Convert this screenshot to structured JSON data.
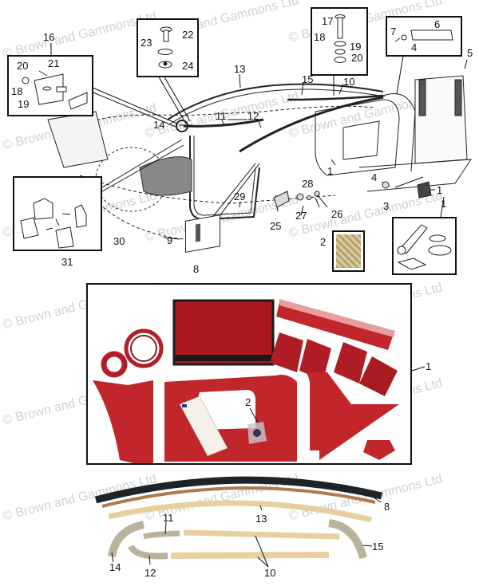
{
  "diagram": {
    "title": "Interior trim kit and hood frame woodwork",
    "watermark_text": "© Brown and Gammons Ltd",
    "colors": {
      "trim_red": "#c0262a",
      "trim_red_dark": "#8e1a1e",
      "wood": "#e8cfa0",
      "wood_grey": "#b9b39c",
      "seal_black": "#1d2326",
      "line": "#111111"
    },
    "sections": {
      "line_drawing": {
        "callout_labels": [
          "16",
          "20",
          "21",
          "18",
          "19",
          "22",
          "23",
          "24",
          "13",
          "14",
          "11",
          "12",
          "15",
          "10",
          "17",
          "18",
          "19",
          "20",
          "7",
          "6",
          "4",
          "5",
          "1",
          "4",
          "3",
          "1",
          "28",
          "27",
          "26",
          "25",
          "29",
          "2",
          "1",
          "9",
          "8",
          "30",
          "31"
        ],
        "boxes": [
          {
            "id": "hinge-plate-box",
            "parts": [
              "16",
              "18",
              "19",
              "20",
              "21"
            ]
          },
          {
            "id": "screw-washer-nut-box",
            "parts": [
              "22",
              "23",
              "24"
            ]
          },
          {
            "id": "bolt-washer-box",
            "parts": [
              "17",
              "18",
              "19",
              "20"
            ]
          },
          {
            "id": "trim-strip-box",
            "parts": [
              "4",
              "6",
              "7"
            ]
          },
          {
            "id": "clip-box",
            "parts": [
              "30",
              "31"
            ]
          },
          {
            "id": "fasteners-bag-box",
            "parts": [
              "2"
            ]
          },
          {
            "id": "trim-kit-box",
            "parts": [
              "1"
            ]
          }
        ]
      },
      "trim_kit_photo": {
        "callouts": [
          "1",
          "2"
        ]
      },
      "woodwork_photo": {
        "callouts": [
          "8",
          "13",
          "11",
          "14",
          "12",
          "10",
          "15"
        ]
      }
    },
    "labels": {
      "l16": "16",
      "l20a": "20",
      "l21": "21",
      "l18a": "18",
      "l19a": "19",
      "l22": "22",
      "l23": "23",
      "l24": "24",
      "l13": "13",
      "l14": "14",
      "l11": "11",
      "l12": "12",
      "l15": "15",
      "l10": "10",
      "l17": "17",
      "l18b": "18",
      "l19b": "19",
      "l20b": "20",
      "l7": "7",
      "l6": "6",
      "l4a": "4",
      "l5": "5",
      "l1a": "1",
      "l4b": "4",
      "l3": "3",
      "l1b": "1",
      "l1c": "1",
      "l28": "28",
      "l27": "27",
      "l26": "26",
      "l25": "25",
      "l29": "29",
      "l2a": "2",
      "l9": "9",
      "l8a": "8",
      "l30": "30",
      "l31": "31",
      "p1": "1",
      "p2": "2",
      "w8": "8",
      "w13": "13",
      "w11": "11",
      "w14": "14",
      "w12": "12",
      "w10": "10",
      "w15": "15"
    }
  }
}
